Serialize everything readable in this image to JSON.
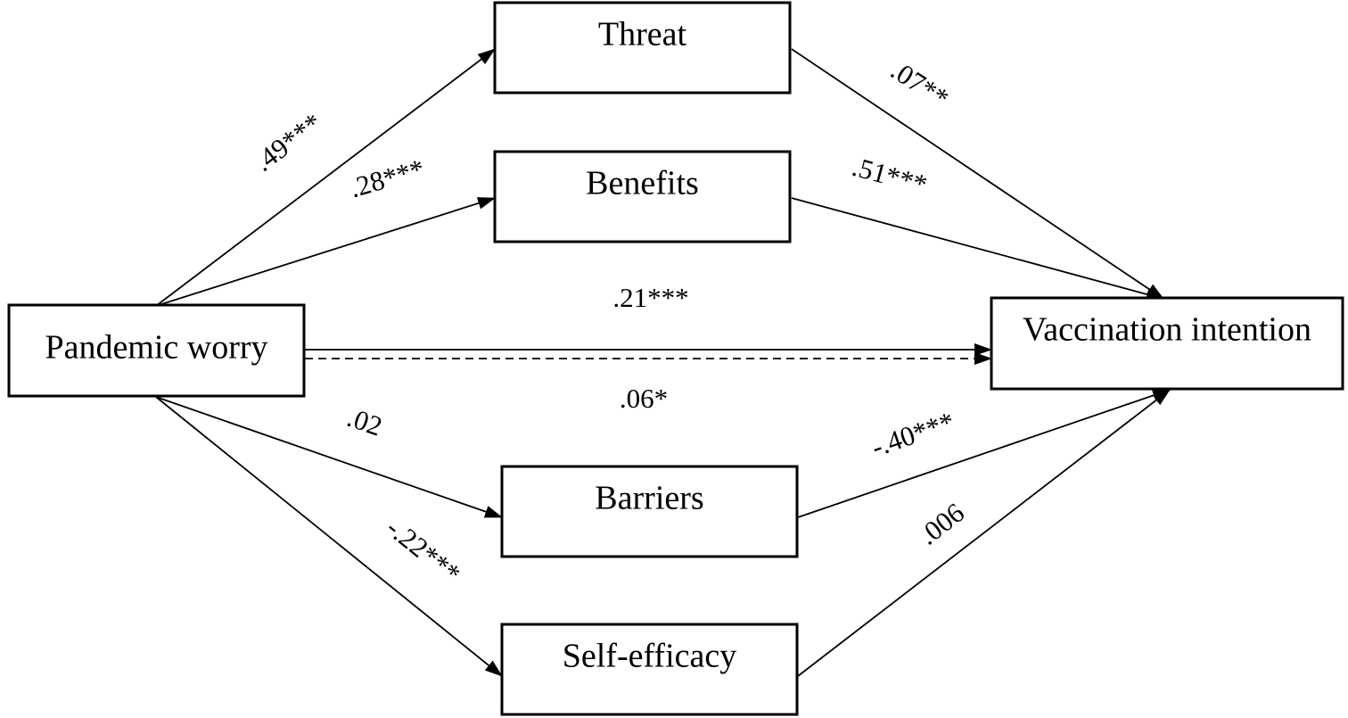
{
  "nodes": {
    "pandemic_worry": "Pandemic worry",
    "threat": "Threat",
    "benefits": "Benefits",
    "barriers": "Barriers",
    "self_efficacy": "Self-efficacy",
    "vaccination_intention": "Vaccination intention"
  },
  "paths": {
    "worry_threat": ".49***",
    "worry_benefits": ".28***",
    "worry_barriers": ".02",
    "worry_self_efficacy": "-.22***",
    "threat_intention": ".07**",
    "benefits_intention": ".51***",
    "barriers_intention": "-.40***",
    "self_efficacy_intention": ".006",
    "worry_intention_total": ".21***",
    "worry_intention_direct": ".06*"
  },
  "colors": {
    "stroke": "#000000",
    "background": "#ffffff"
  }
}
